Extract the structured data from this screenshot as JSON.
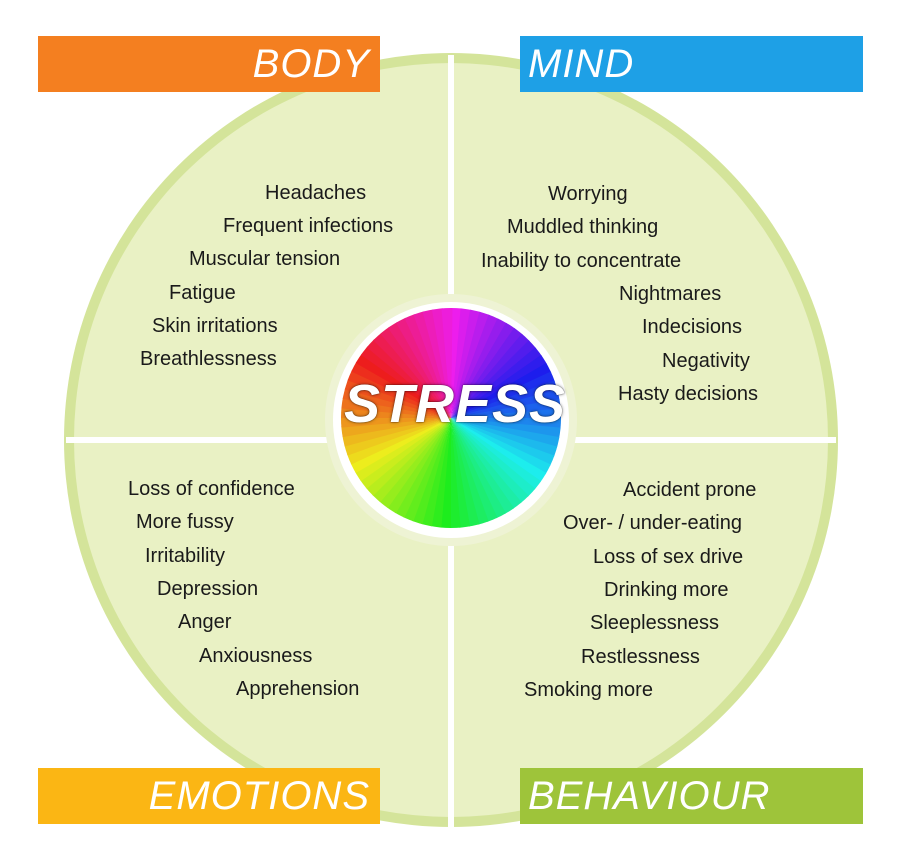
{
  "center": {
    "label": "STRESS"
  },
  "colors": {
    "wheel_fill": "#e9f1c4",
    "wheel_ring": "#d4e49a",
    "body": "#f47f20",
    "mind": "#1ea0e6",
    "emotions": "#fbb614",
    "behaviour": "#9ec43a"
  },
  "quadrants": {
    "body": {
      "title": "BODY",
      "items": [
        "Headaches",
        "Frequent infections",
        "Muscular tension",
        "Fatigue",
        "Skin irritations",
        "Breathlessness"
      ]
    },
    "mind": {
      "title": "MIND",
      "items": [
        "Worrying",
        "Muddled thinking",
        "Inability to concentrate",
        "Nightmares",
        "Indecisions",
        "Negativity",
        "Hasty decisions"
      ]
    },
    "emotions": {
      "title": "EMOTIONS",
      "items": [
        "Loss of confidence",
        "More fussy",
        "Irritability",
        "Depression",
        "Anger",
        "Anxiousness",
        "Apprehension"
      ]
    },
    "behaviour": {
      "title": "BEHAVIOUR",
      "items": [
        "Accident prone",
        "Over- / under-eating",
        "Loss of sex drive",
        "Drinking more",
        "Sleeplessness",
        "Restlessness",
        "Smoking more"
      ]
    }
  }
}
